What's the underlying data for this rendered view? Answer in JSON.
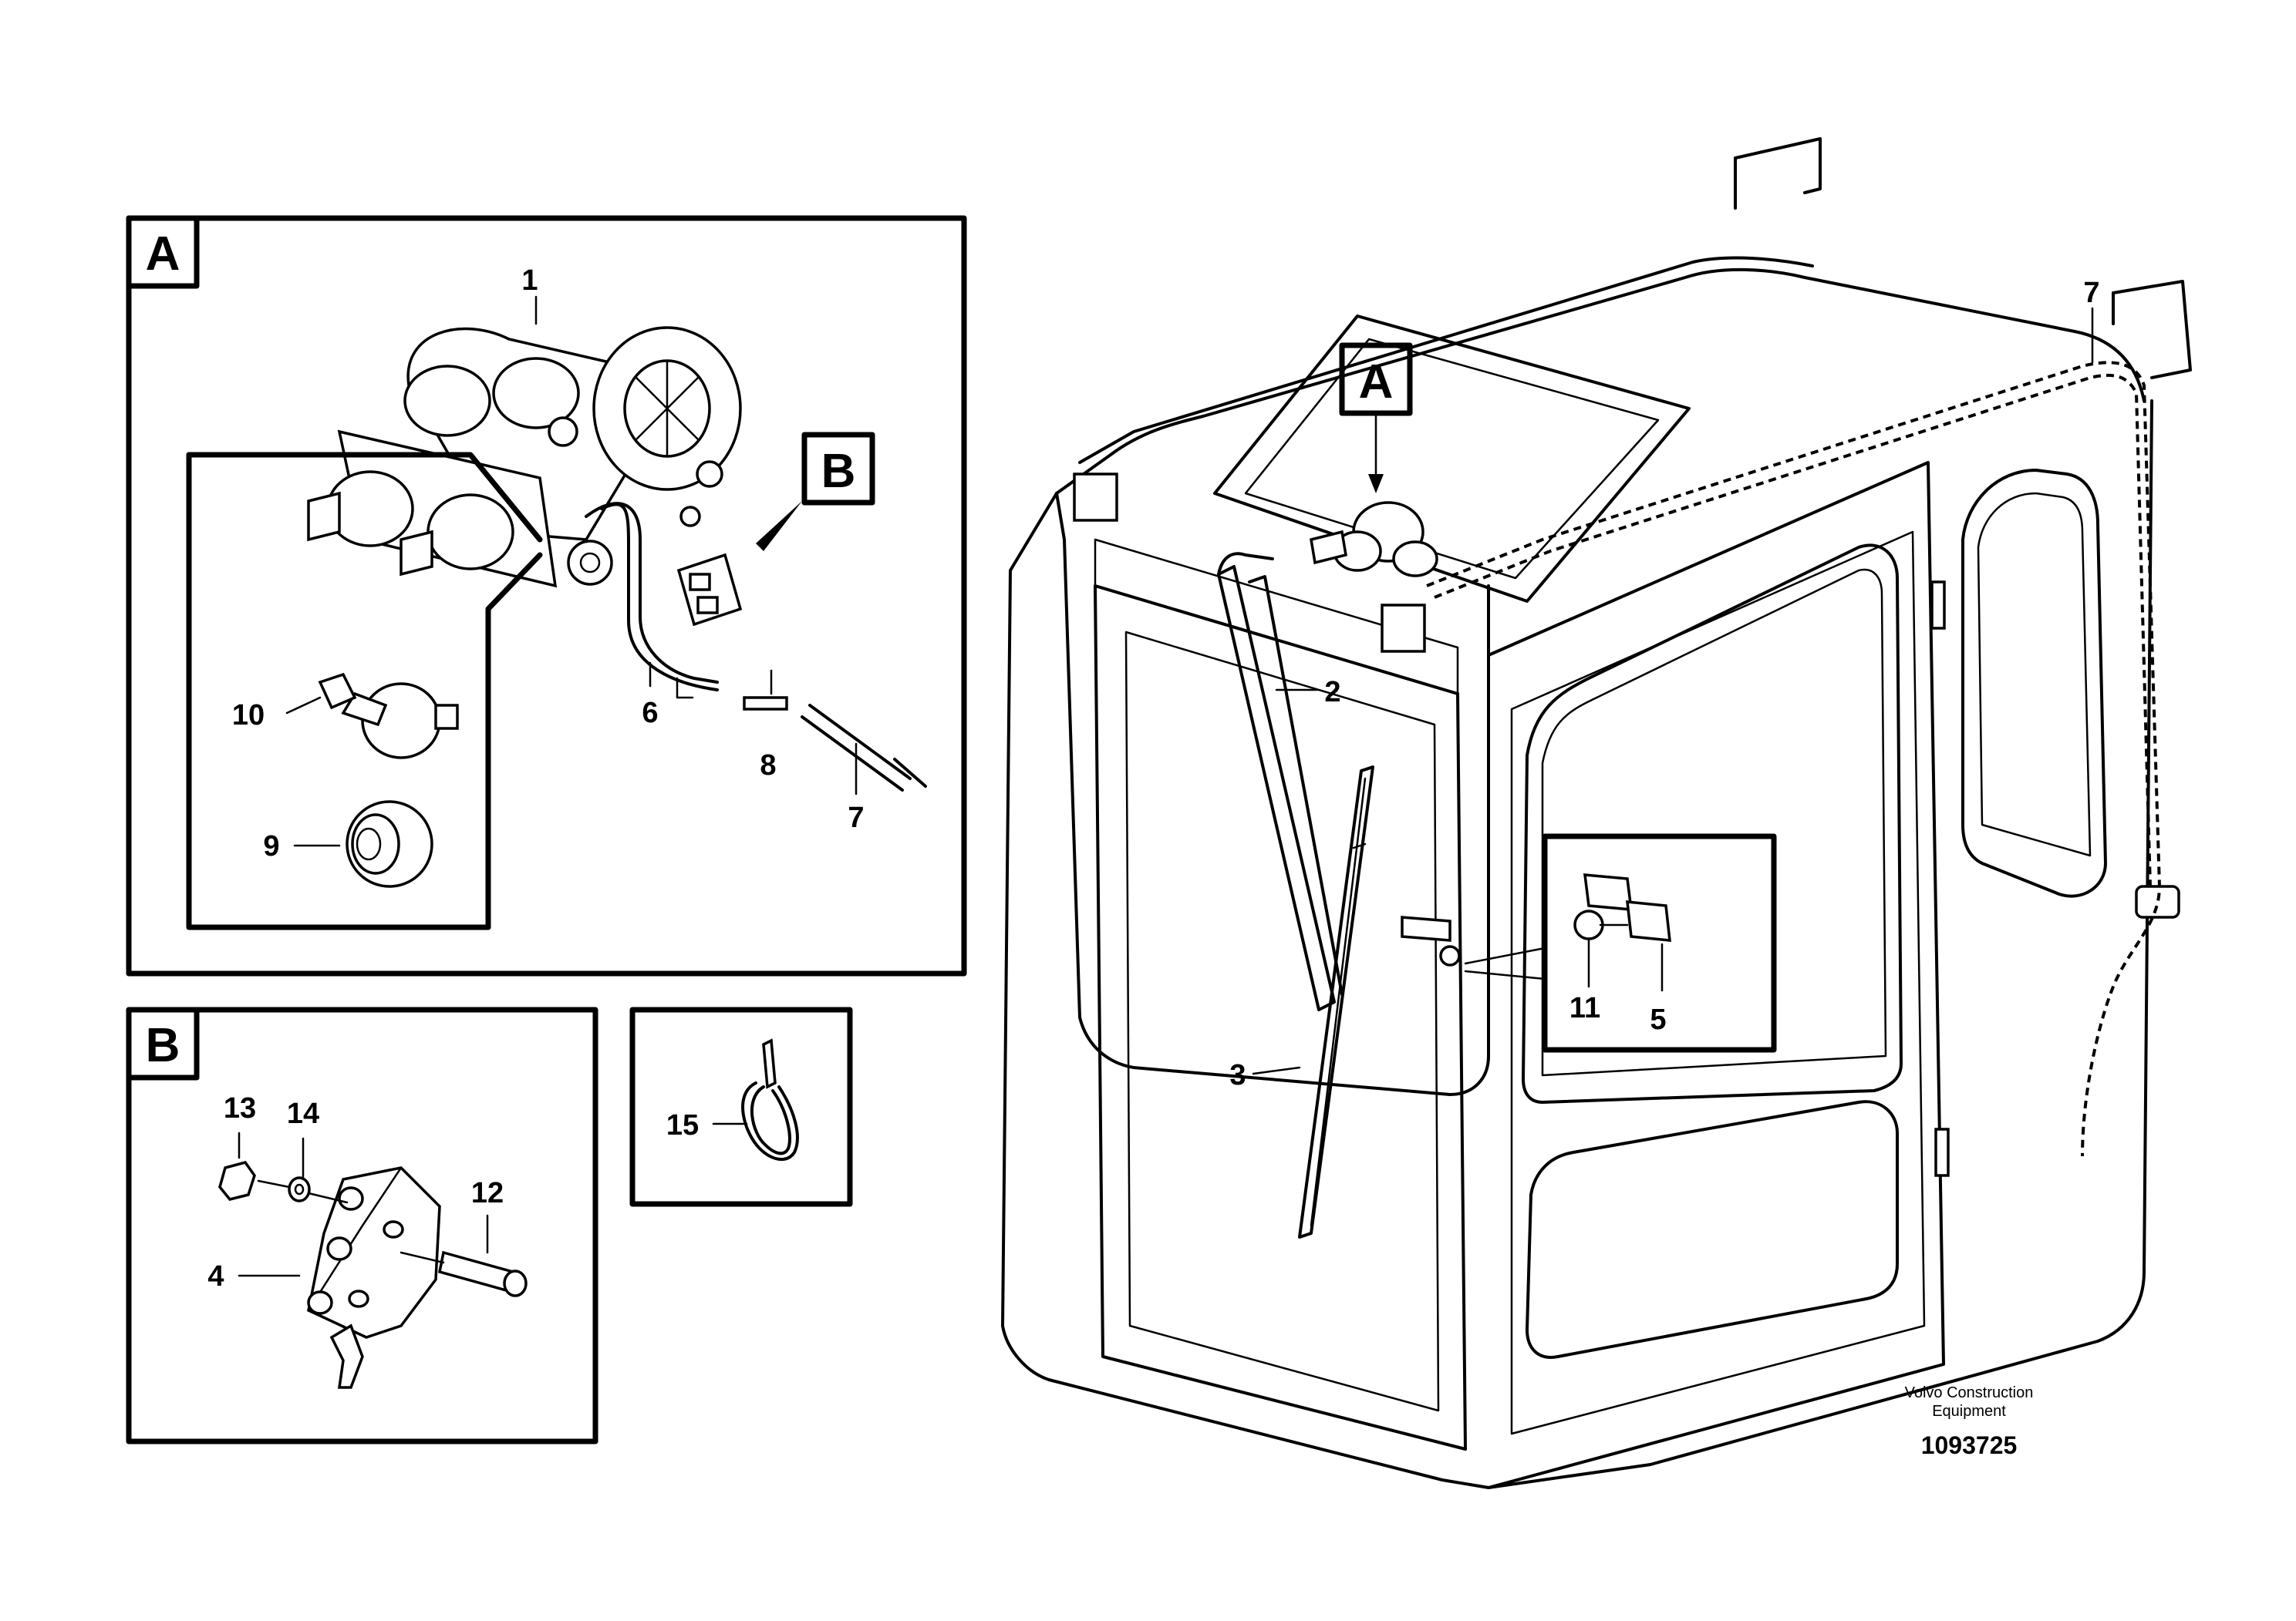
{
  "panels": {
    "a_tag": "A",
    "b_tag": "B",
    "a_main_tag": "A",
    "b_inset_tag": "B"
  },
  "callouts": {
    "c1": "1",
    "c2": "2",
    "c3": "3",
    "c4": "4",
    "c5": "5",
    "c6": "6",
    "c7_panel": "7",
    "c7_cab": "7",
    "c8": "8",
    "c9": "9",
    "c10": "10",
    "c11": "11",
    "c12": "12",
    "c13": "13",
    "c14": "14",
    "c15": "15"
  },
  "footer": {
    "company_line1": "Volvo Construction",
    "company_line2": "Equipment",
    "drawing_number": "1093725"
  }
}
